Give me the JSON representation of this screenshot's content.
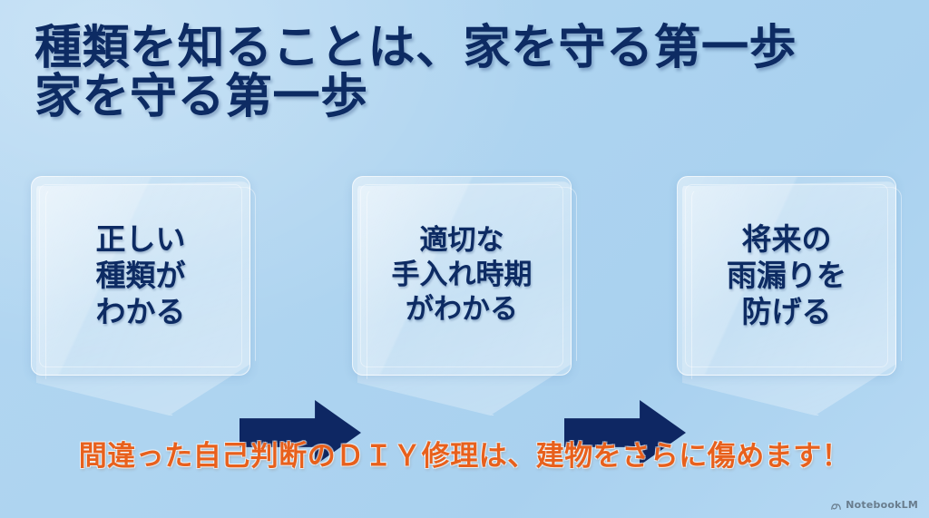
{
  "slide": {
    "background_color": "#aed4f0",
    "title": {
      "lines": [
        "種類を知ることは、家を守る第一歩",
        "家を守る第一歩"
      ],
      "color": "#0d2b63"
    },
    "flow": {
      "cards": [
        {
          "index": 1,
          "lines": [
            "正しい",
            "種類が",
            "わかる"
          ],
          "text_color": "#0d2b63"
        },
        {
          "index": 2,
          "lines": [
            "適切な",
            "手入れ時期",
            "がわかる"
          ],
          "text_color": "#0d2b63"
        },
        {
          "index": 3,
          "lines": [
            "将来の",
            "雨漏りを",
            "防げる"
          ],
          "text_color": "#0d2b63"
        }
      ],
      "arrows": [
        {
          "index": 1,
          "icon": "arrow-right-icon",
          "color": "#0e2763"
        },
        {
          "index": 2,
          "icon": "arrow-right-icon",
          "color": "#0e2763"
        }
      ]
    },
    "caption": {
      "text": "間違った自己判断のＤＩＹ修理は、建物をさらに傷めます！",
      "color": "#e8601c"
    },
    "watermark": {
      "icon": "notebooklm-icon",
      "label": "NotebookLM"
    }
  }
}
